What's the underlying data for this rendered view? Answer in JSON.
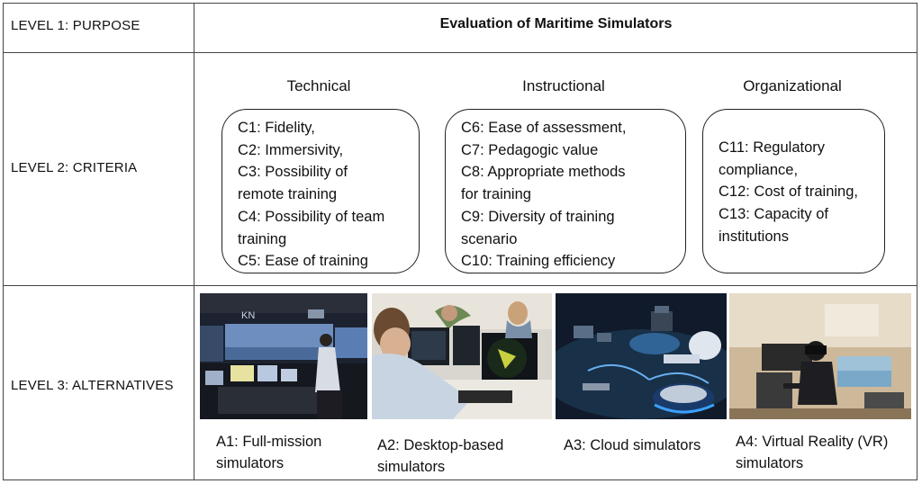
{
  "levels": {
    "purpose": "LEVEL 1: PURPOSE",
    "criteria": "LEVEL 2: CRITERIA",
    "alternatives": "LEVEL 3: ALTERNATIVES"
  },
  "purpose_title": "Evaluation of Maritime Simulators",
  "criteria_groups": [
    {
      "heading": "Technical",
      "lines": [
        "C1: Fidelity,",
        "C2: Immersivity,",
        "C3: Possibility of",
        "remote training",
        "C4: Possibility of team",
        "training",
        "C5: Ease of training"
      ]
    },
    {
      "heading": "Instructional",
      "lines": [
        "C6: Ease of assessment,",
        "C7: Pedagogic value",
        "C8: Appropriate methods",
        "for training",
        "C9: Diversity of training",
        "scenario",
        "C10: Training efficiency"
      ]
    },
    {
      "heading": "Organizational",
      "lines": [
        "C11: Regulatory",
        "compliance,",
        "C12: Cost of training,",
        "C13: Capacity of",
        "institutions"
      ]
    }
  ],
  "alternatives": [
    {
      "lines": [
        "A1: Full-mission",
        "simulators"
      ]
    },
    {
      "lines": [
        "A2: Desktop-based",
        "simulators"
      ]
    },
    {
      "lines": [
        "A3: Cloud simulators"
      ]
    },
    {
      "lines": [
        "A4: Virtual Reality (VR)",
        "simulators"
      ]
    }
  ],
  "photo_marks": {
    "a1_screen_logo": "KN"
  }
}
